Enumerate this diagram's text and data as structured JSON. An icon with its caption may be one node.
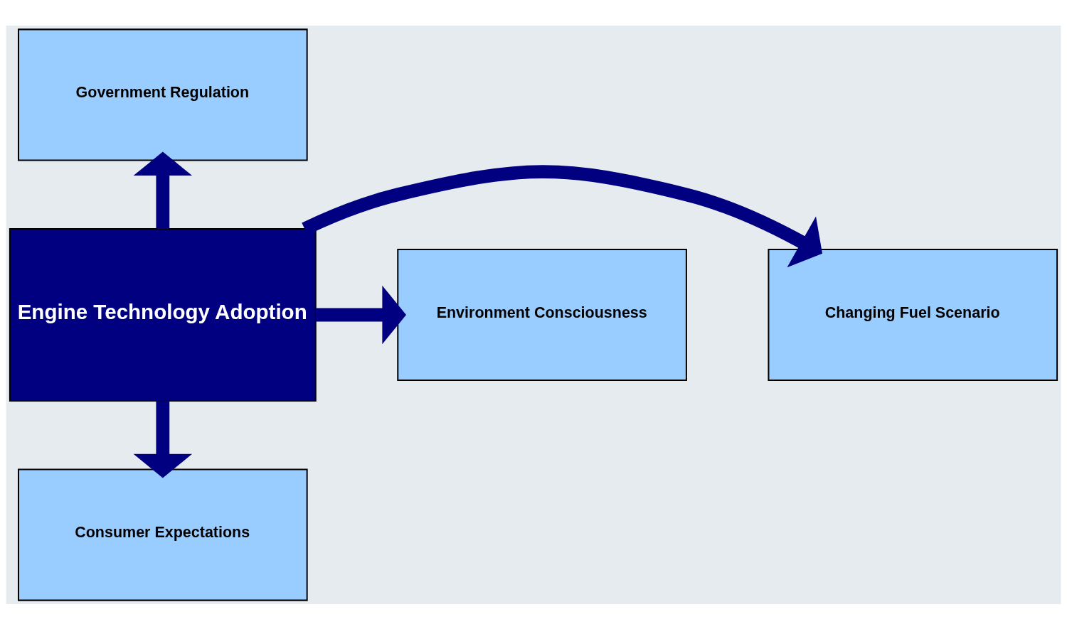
{
  "diagram": {
    "nodes": [
      {
        "text": [
          "Government Regulation"
        ]
      },
      {
        "text": [
          "Changing Fuel Scenario"
        ]
      },
      {
        "text": [
          "Engine Technology Adoption"
        ]
      },
      {
        "text": [
          "Environment Consciousness"
        ]
      },
      {
        "text": [
          "Consumer Expectations"
        ]
      }
    ],
    "edges": [
      {
        "from": 2,
        "to": 0,
        "arrow": "to"
      },
      {
        "from": 2,
        "to": 1,
        "arrow": "to"
      },
      {
        "from": 2,
        "to": 3,
        "arrow": "to"
      },
      {
        "from": 2,
        "to": 4,
        "arrow": "to"
      }
    ]
  }
}
